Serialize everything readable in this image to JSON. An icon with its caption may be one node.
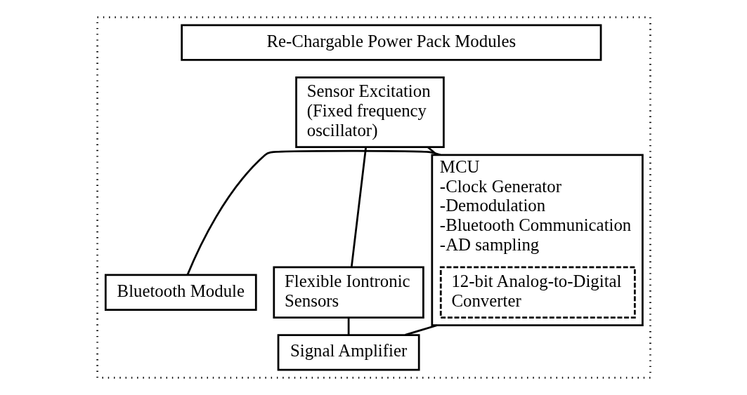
{
  "diagram": {
    "nodes": [
      {
        "text": [],
        "shape": "box"
      },
      {
        "text": [
          "Re-Chargable Power Pack Modules"
        ],
        "in": 0
      },
      {
        "text": [
          "Sensor Excitation (Fixed frequency oscillator)"
        ],
        "in": 0
      },
      {
        "text": [
          "MCU",
          "-Clock Generator",
          "-Demodulation",
          "-Bluetooth Communication",
          "-AD sampling"
        ],
        "in": 0
      },
      {
        "text": [
          "Flexible Iontronic Sensors"
        ],
        "in": 0
      },
      {
        "text": [
          "Signal Amplifier"
        ],
        "in": 0
      },
      {
        "text": [
          "12-bit Analog-to-Digital Converter"
        ],
        "in": 3
      },
      {
        "text": [
          "Bluetooth Module"
        ],
        "in": 0
      }
    ],
    "edges": [
      {
        "from": 2,
        "to": 3,
        "arrow": "none"
      },
      {
        "from": 2,
        "to": 4,
        "arrow": "none"
      },
      {
        "from": 4,
        "to": 5,
        "arrow": "none"
      },
      {
        "from": 5,
        "to": 3,
        "arrow": "none"
      },
      {
        "from": 3,
        "to": 7,
        "arrow": "none"
      }
    ]
  }
}
